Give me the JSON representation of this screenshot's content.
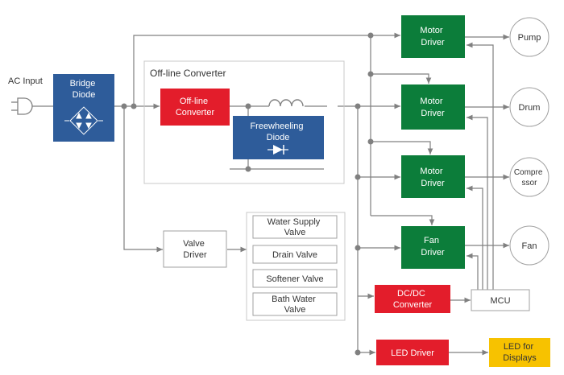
{
  "inputs": {
    "ac_input": "AC Input"
  },
  "blocks": {
    "bridge_diode": [
      "Bridge",
      "Diode"
    ],
    "offline_group_title": "Off-line Converter",
    "offline_converter": [
      "Off-line",
      "Converter"
    ],
    "freewheeling_diode": [
      "Freewheeling",
      "Diode"
    ],
    "valve_driver": [
      "Valve",
      "Driver"
    ],
    "motor_driver_1": [
      "Motor",
      "Driver"
    ],
    "motor_driver_2": [
      "Motor",
      "Driver"
    ],
    "motor_driver_3": [
      "Motor",
      "Driver"
    ],
    "fan_driver": [
      "Fan",
      "Driver"
    ],
    "dcdc_converter": [
      "DC/DC",
      "Converter"
    ],
    "mcu": "MCU",
    "led_driver": "LED Driver",
    "led_displays": [
      "LED for",
      "Displays"
    ]
  },
  "valves": {
    "water_supply": [
      "Water Supply",
      "Valve"
    ],
    "drain": "Drain Valve",
    "softener": "Softener Valve",
    "bath_water": [
      "Bath Water",
      "Valve"
    ]
  },
  "loads": {
    "pump": "Pump",
    "drum": "Drum",
    "compressor": [
      "Compre",
      "ssor"
    ],
    "fan": "Fan"
  },
  "colors": {
    "blue": "#2e5c9a",
    "green": "#0c7d3a",
    "red": "#e31d2b",
    "yellow": "#f7c200",
    "line": "#808080"
  }
}
